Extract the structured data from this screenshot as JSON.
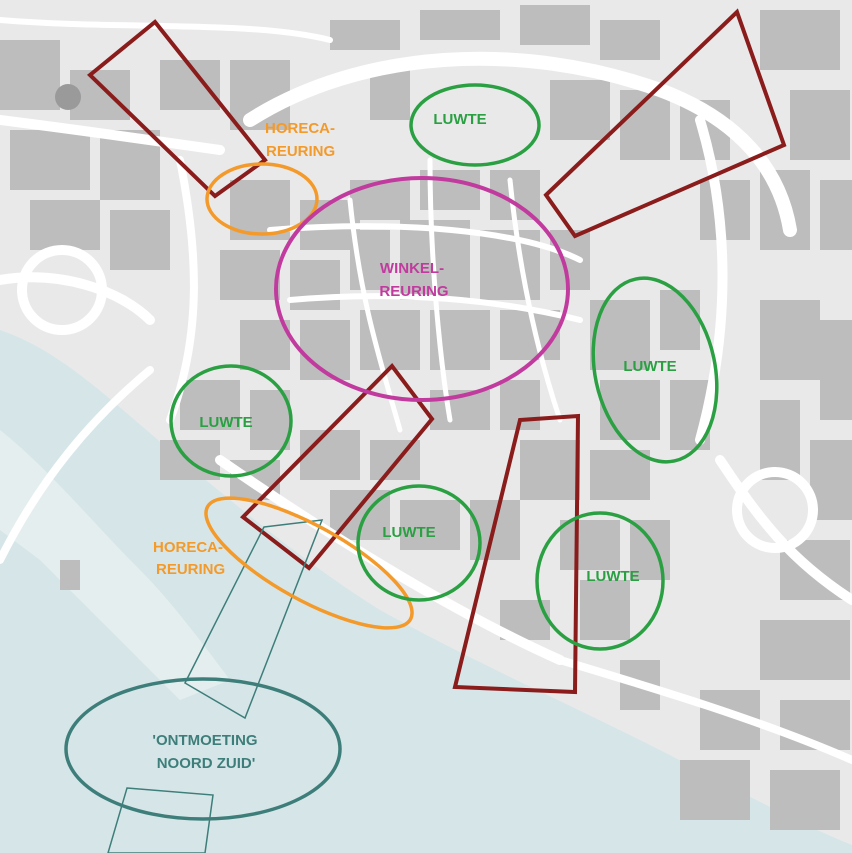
{
  "map": {
    "colors": {
      "background": "#e9e9e9",
      "building": "#bdbdbd",
      "street": "#ffffff",
      "river": "#d6e6e8",
      "luwte": "#2aa043",
      "horeca": "#f39a2b",
      "winkel": "#c13b9f",
      "corridor": "#8a1c1c",
      "meeting": "#3e7e7a"
    },
    "labels": {
      "horeca_north_1": "HORECA-",
      "horeca_north_2": "REURING",
      "horeca_south_1": "HORECA-",
      "horeca_south_2": "REURING",
      "winkel_1": "WINKEL-",
      "winkel_2": "REURING",
      "luwte_top": "LUWTE",
      "luwte_east": "LUWTE",
      "luwte_west": "LUWTE",
      "luwte_center": "LUWTE",
      "luwte_southeast": "LUWTE",
      "meeting_1": "'ONTMOETING",
      "meeting_2": "NOORD ZUID'"
    }
  }
}
